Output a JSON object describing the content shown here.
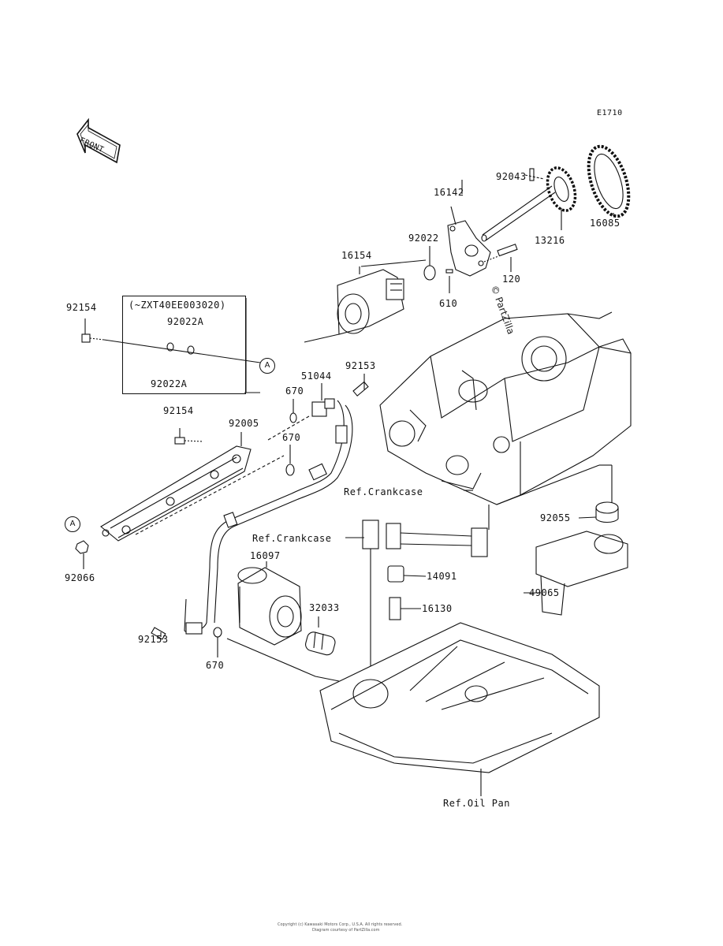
{
  "diagram_code": "E1710",
  "front_arrow_text": "FRONT",
  "watermark": "© PartZilla",
  "variant_box": {
    "title": "(~ZXT40EE003020)",
    "part_top": "92022A",
    "part_bottom": "92022A"
  },
  "circle_ref": "A",
  "parts": {
    "p92043": "92043",
    "p16142": "16142",
    "p16085": "16085",
    "p13216": "13216",
    "p92022": "92022",
    "p16154": "16154",
    "p120": "120",
    "p610": "610",
    "p92154_top": "92154",
    "p51044": "51044",
    "p92153_top": "92153",
    "p670_a": "670",
    "p670_b": "670",
    "p92154_mid": "92154",
    "p92005": "92005",
    "p92055": "92055",
    "p92066": "92066",
    "p16097": "16097",
    "p32033": "32033",
    "p14091": "14091",
    "p16130": "16130",
    "p49065": "49065",
    "p92153_bot": "92153",
    "p670_c": "670"
  },
  "refs": {
    "crankcase_1": "Ref.Crankcase",
    "crankcase_2": "Ref.Crankcase",
    "oil_pan": "Ref.Oil Pan"
  },
  "footer": {
    "line1": "Copyright (c) Kawasaki Motors Corp., U.S.A. All rights reserved.",
    "line2": "Diagram courtesy of PartZilla.com"
  }
}
